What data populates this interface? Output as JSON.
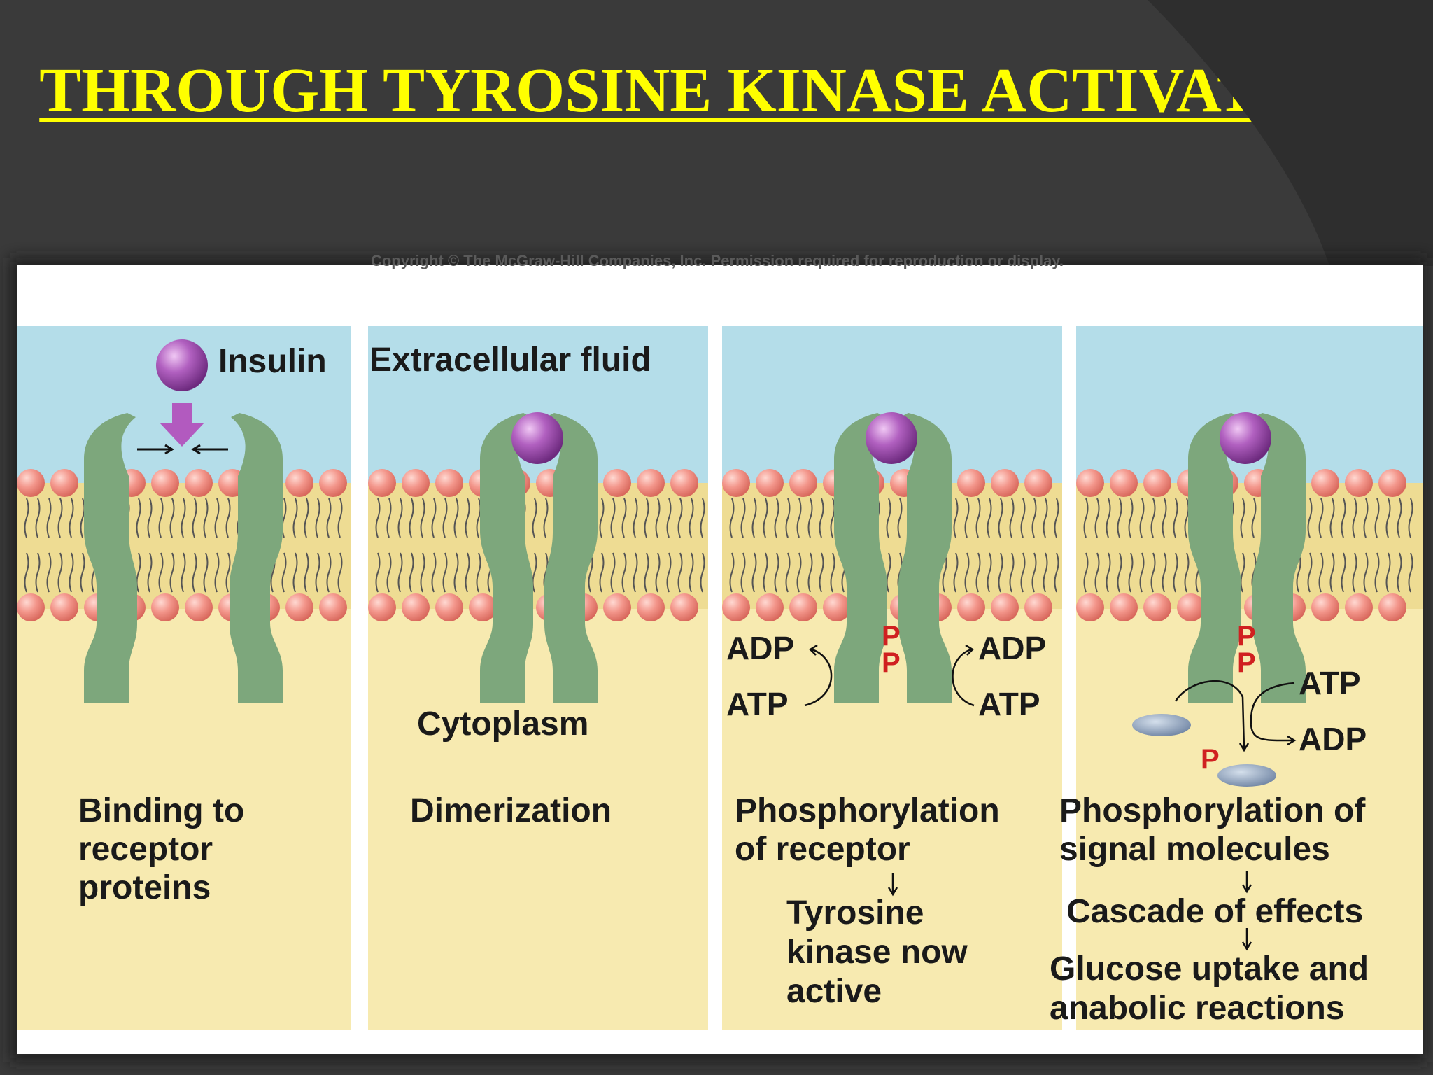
{
  "slide": {
    "title": "THROUGH TYROSINE KINASE ACTIVATION.",
    "colors": {
      "background": "#3a3a3a",
      "title": "#ffff00",
      "extracellular": "#b4dde9",
      "cytoplasm": "#f7eab0",
      "receptor": "#7da77c",
      "insulin": "#a452b4",
      "phospholipid_head": "#f0958a",
      "phosphate": "#d02020",
      "signal_molecule": "#8a9db8"
    }
  },
  "figure": {
    "copyright": "Copyright © The McGraw-Hill Companies, Inc. Permission required for reproduction or display.",
    "labels": {
      "insulin": "Insulin",
      "extracellular": "Extracellular fluid",
      "cytoplasm": "Cytoplasm",
      "adp": "ADP",
      "atp": "ATP",
      "phosphate": "P"
    },
    "panels": [
      {
        "caption": [
          "Binding to",
          "receptor",
          "proteins"
        ]
      },
      {
        "caption": [
          "Dimerization"
        ]
      },
      {
        "caption": [
          "Phosphorylation",
          "of receptor"
        ],
        "result": [
          "Tyrosine",
          "kinase now",
          "active"
        ]
      },
      {
        "caption": [
          "Phosphorylation of",
          "signal molecules"
        ],
        "steps": [
          "Cascade of effects",
          "Glucose uptake and",
          "anabolic reactions"
        ]
      }
    ]
  }
}
